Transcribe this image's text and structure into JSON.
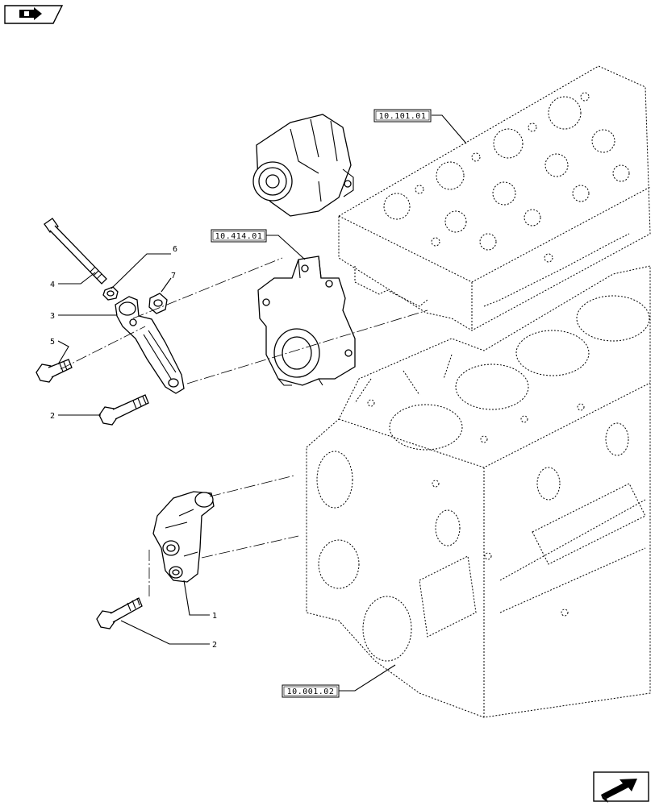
{
  "reference_labels": {
    "cylinder_head": "10.101.01",
    "water_pump": "10.414.01",
    "engine_block": "10.001.02"
  },
  "callouts": {
    "c1": "1",
    "c2a": "2",
    "c2b": "2",
    "c3": "3",
    "c4": "4",
    "c5": "5",
    "c6": "6",
    "c7": "7"
  },
  "icons": {
    "top_left": "view-orientation-icon",
    "bottom_right": "next-page-arrow-icon"
  }
}
